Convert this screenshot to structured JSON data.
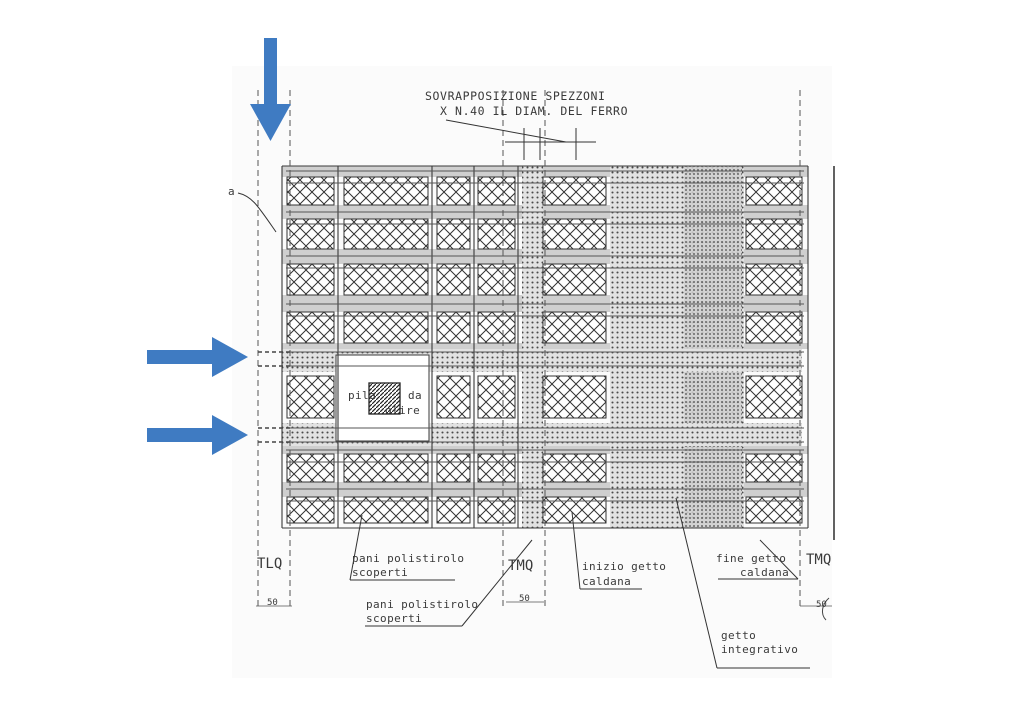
{
  "diagram": {
    "header": {
      "line1": "SOVRAPPOSIZIONE SPEZZONI",
      "line2": "X N.40 IL DIAM. DEL FERRO"
    },
    "axes": {
      "left": "TLQ",
      "middle": "TMQ",
      "right": "TMQ"
    },
    "dimensions": {
      "left": "50",
      "middle": "50",
      "right": "50"
    },
    "marker_letter": "a",
    "pillar": {
      "word1": "pila",
      "word2": "da",
      "word3": "olire"
    },
    "annotations": {
      "pani_1_line1": "pani polistirolo",
      "pani_1_line2": "scoperti",
      "pani_2_line1": "pani polistirolo",
      "pani_2_line2": "scoperti",
      "inizio_line1": "inizio getto",
      "inizio_line2": "caldana",
      "fine_line1": "fine getto",
      "fine_line2": "caldana",
      "getto_line1": "getto",
      "getto_line2": "integrativo"
    },
    "arrow_color": "#3f7bc2",
    "line_color": "#3a3a3a"
  }
}
